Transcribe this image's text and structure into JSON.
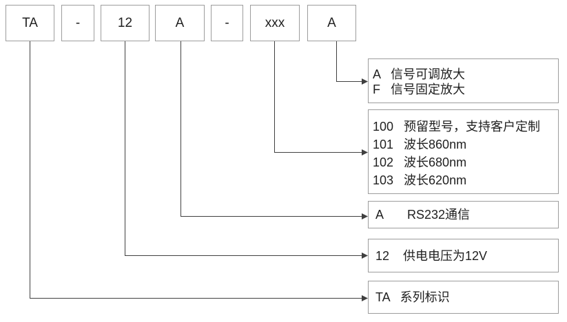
{
  "top_row": {
    "segments": [
      {
        "label": "TA"
      },
      {
        "label": "-"
      },
      {
        "label": "12"
      },
      {
        "label": "A"
      },
      {
        "label": "-"
      },
      {
        "label": "xxx"
      },
      {
        "label": "A"
      }
    ]
  },
  "legend": {
    "boxes": [
      {
        "name": "amplification",
        "lines": [
          "A   信号可调放大",
          "F   信号固定放大"
        ]
      },
      {
        "name": "model-number",
        "lines": [
          "100   预留型号，支持客户定制",
          "101   波长860nm",
          "102   波长680nm",
          "103   波长620nm"
        ]
      },
      {
        "name": "communication",
        "lines": [
          "A       RS232通信"
        ]
      },
      {
        "name": "supply-voltage",
        "lines": [
          "12    供电电压为12V"
        ]
      },
      {
        "name": "series-id",
        "lines": [
          "TA   系列标识"
        ]
      }
    ]
  },
  "colors": {
    "background": "#ffffff",
    "box_border": "#9c9c9c",
    "connector_line": "#3f3f3f",
    "text": "#1f1f1f"
  }
}
